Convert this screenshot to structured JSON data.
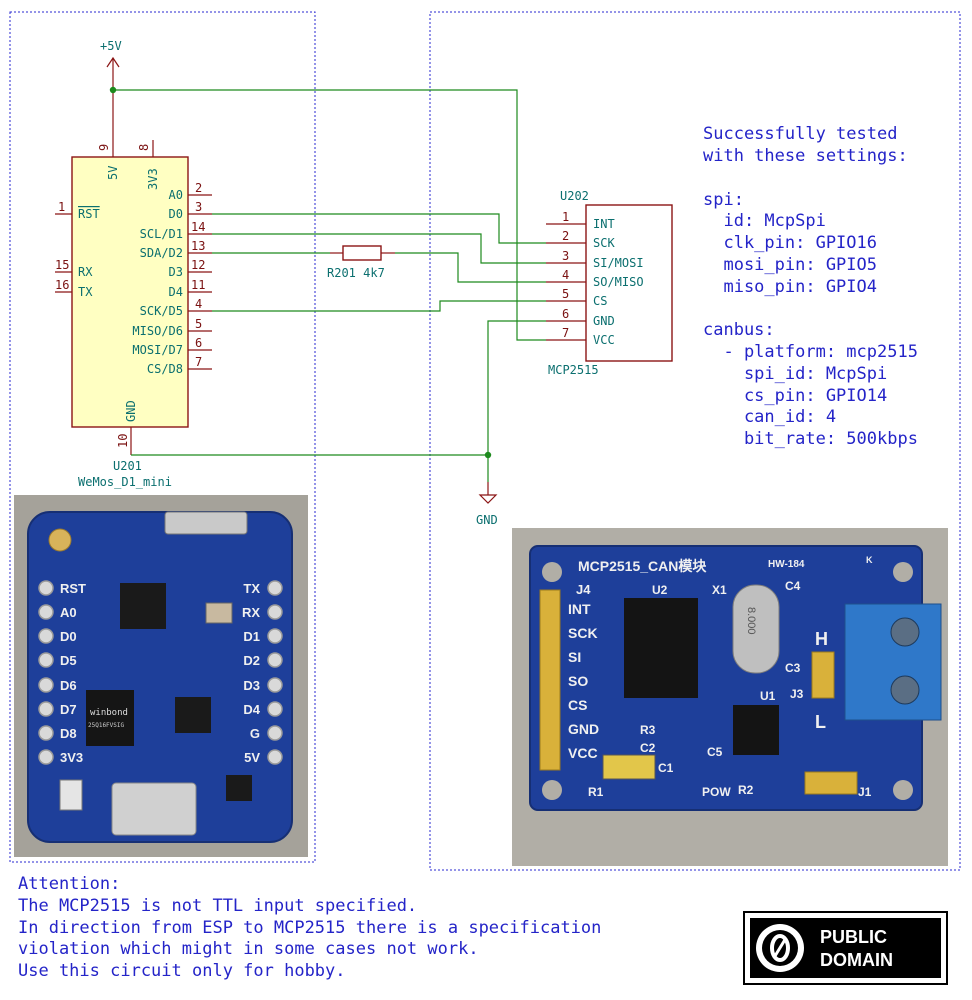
{
  "power": {
    "vcc_label": "+5V",
    "gnd_label": "GND"
  },
  "u201": {
    "ref": "U201",
    "value": "WeMos_D1_mini",
    "top_pins": [
      {
        "num": "9",
        "name": "5V"
      },
      {
        "num": "8",
        "name": "3V3"
      }
    ],
    "left_pins": [
      {
        "num": "1",
        "name": "RST"
      },
      {
        "num": "15",
        "name": "RX"
      },
      {
        "num": "16",
        "name": "TX"
      }
    ],
    "right_pins": [
      {
        "num": "2",
        "name": "A0"
      },
      {
        "num": "3",
        "name": "D0"
      },
      {
        "num": "14",
        "name": "SCL/D1"
      },
      {
        "num": "13",
        "name": "SDA/D2"
      },
      {
        "num": "12",
        "name": "D3"
      },
      {
        "num": "11",
        "name": "D4"
      },
      {
        "num": "4",
        "name": "SCK/D5"
      },
      {
        "num": "5",
        "name": "MISO/D6"
      },
      {
        "num": "6",
        "name": "MOSI/D7"
      },
      {
        "num": "7",
        "name": "CS/D8"
      }
    ],
    "bottom_pin": {
      "num": "10",
      "name": "GND"
    }
  },
  "u202": {
    "ref": "U202",
    "value": "MCP2515",
    "pins": [
      {
        "num": "1",
        "name": "INT"
      },
      {
        "num": "2",
        "name": "SCK"
      },
      {
        "num": "3",
        "name": "SI/MOSI"
      },
      {
        "num": "4",
        "name": "SO/MISO"
      },
      {
        "num": "5",
        "name": "CS"
      },
      {
        "num": "6",
        "name": "GND"
      },
      {
        "num": "7",
        "name": "VCC"
      }
    ]
  },
  "r201": {
    "label": "R201 4k7"
  },
  "config_text": [
    "Successfully tested",
    "with these settings:",
    "",
    "spi:",
    "  id: McpSpi",
    "  clk_pin: GPIO16",
    "  mosi_pin: GPIO5",
    "  miso_pin: GPIO4",
    "",
    "canbus:",
    "  - platform: mcp2515",
    "    spi_id: McpSpi",
    "    cs_pin: GPIO14",
    "    can_id: 4",
    "    bit_rate: 500kbps"
  ],
  "attention": [
    "Attention:",
    "The MCP2515 is not TTL input specified.",
    "In direction from ESP to MCP2515 there is a specification",
    "violation which might in some cases not work.",
    "Use this circuit only for hobby."
  ],
  "license": {
    "line1": "PUBLIC",
    "line2": "DOMAIN",
    "symbol": "cc-zero-icon"
  },
  "wemos_photo": {
    "left_labels": [
      "RST",
      "A0",
      "D0",
      "D5",
      "D6",
      "D7",
      "D8",
      "3V3"
    ],
    "right_labels": [
      "TX",
      "RX",
      "D1",
      "D2",
      "D3",
      "D4",
      "G",
      "5V"
    ],
    "chip_label_1": "winbond",
    "chip_label_2": "25Q16FVSIG"
  },
  "mcp_photo": {
    "title": "MCP2515_CAN模块",
    "model": "HW-184",
    "header": "J4",
    "pins": [
      "INT",
      "SCK",
      "SI",
      "SO",
      "CS",
      "GND",
      "VCC"
    ],
    "labels": {
      "u2": "U2",
      "x1": "X1",
      "crystal": "8.000",
      "c4": "C4",
      "c3": "C3",
      "j3": "J3",
      "u1": "U1",
      "c5": "C5",
      "r3": "R3",
      "c2": "C2",
      "c1": "C1",
      "r1": "R1",
      "pow": "POW",
      "r2": "R2",
      "j1": "J1",
      "h": "H",
      "l": "L",
      "k": "K"
    }
  },
  "colors": {
    "wire": "#1d8a1d",
    "symbol_outline": "#8b1515",
    "symbol_fill": "#ffffc2",
    "text_blue": "#2424c8",
    "pin_name_teal": "#0b6f6f",
    "pcb_blue": "#1e3f9a"
  }
}
